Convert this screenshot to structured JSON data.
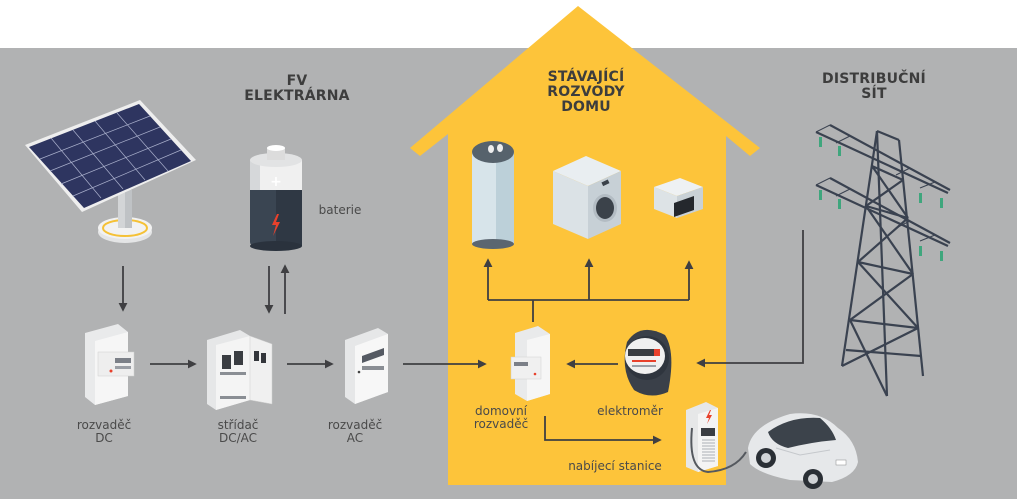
{
  "colors": {
    "background_band": "#b1b2b3",
    "house": "#fdc43a",
    "arrow": "#3f3f42",
    "text_dark": "#3d3d3d",
    "panel": "#2e3560",
    "battery_body": "#3a4552",
    "accent_red": "#e8412c"
  },
  "sections": {
    "pv_plant": {
      "title_lines": [
        "FV",
        "ELEKTRÁRNA"
      ]
    },
    "house": {
      "title_lines": [
        "STÁVAJÍCÍ",
        "ROZVODY",
        "DOMU"
      ]
    },
    "grid": {
      "title_lines": [
        "DISTRIBUČNÍ",
        "SÍT"
      ]
    }
  },
  "components": {
    "solar_panel": {
      "icon": "solar-panel-icon"
    },
    "battery": {
      "icon": "battery-icon",
      "label": "baterie"
    },
    "dc_switchboard": {
      "icon": "switchboard-icon",
      "label_lines": [
        "rozvaděč",
        "DC"
      ]
    },
    "inverter": {
      "icon": "inverter-cabinet-icon",
      "label_lines": [
        "střídač",
        "DC/AC"
      ]
    },
    "ac_switchboard": {
      "icon": "switchboard-icon",
      "label_lines": [
        "rozvaděč",
        "AC"
      ]
    },
    "home_switchboard": {
      "icon": "switchboard-icon",
      "label_lines": [
        "domovní",
        "rozvaděč"
      ]
    },
    "electricity_meter": {
      "icon": "electricity-meter-icon",
      "label": "elektroměr"
    },
    "charging_station": {
      "icon": "ev-charger-icon",
      "label": "nabíjecí stanice"
    },
    "electric_car": {
      "icon": "electric-car-icon"
    },
    "water_heater": {
      "icon": "water-heater-icon"
    },
    "washing_machine": {
      "icon": "washing-machine-icon"
    },
    "microwave": {
      "icon": "microwave-icon"
    },
    "power_pylon": {
      "icon": "power-pylon-icon"
    }
  },
  "flows": [
    {
      "from": "solar_panel",
      "to": "dc_switchboard"
    },
    {
      "from": "dc_switchboard",
      "to": "inverter"
    },
    {
      "from": "inverter",
      "to": "battery"
    },
    {
      "from": "battery",
      "to": "inverter"
    },
    {
      "from": "inverter",
      "to": "ac_switchboard"
    },
    {
      "from": "ac_switchboard",
      "to": "home_switchboard"
    },
    {
      "from": "power_pylon",
      "to": "electricity_meter"
    },
    {
      "from": "electricity_meter",
      "to": "home_switchboard"
    },
    {
      "from": "home_switchboard",
      "to": "water_heater"
    },
    {
      "from": "home_switchboard",
      "to": "washing_machine"
    },
    {
      "from": "home_switchboard",
      "to": "microwave"
    },
    {
      "from": "home_switchboard",
      "to": "charging_station"
    }
  ]
}
